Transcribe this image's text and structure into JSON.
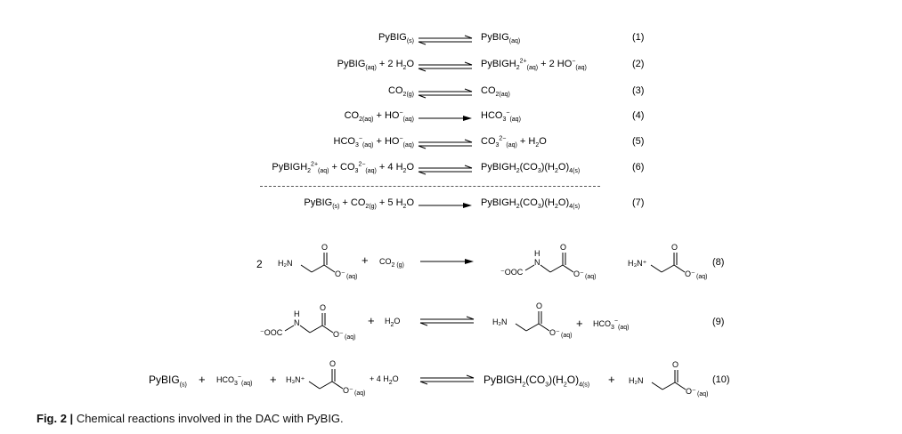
{
  "figure": {
    "caption_label": "Fig. 2 |",
    "caption_text": " Chemical reactions involved in the DAC with PyBIG."
  },
  "reactions": [
    {
      "number": "(1)",
      "lhs_parts": [
        "PyBIG",
        "(s)"
      ],
      "rhs_parts": [
        "PyBIG",
        "(aq)"
      ],
      "arrow": "equilibrium"
    },
    {
      "number": "(2)",
      "lhs_parts": [
        "PyBIG",
        "(aq)",
        " + 2 H",
        "2",
        "O"
      ],
      "rhs_parts": [
        "PyBIGH",
        "2",
        "2+",
        "(aq)",
        " + 2 HO",
        "−",
        "(aq)"
      ],
      "arrow": "equilibrium"
    },
    {
      "number": "(3)",
      "lhs_parts": [
        "CO",
        "2(g)"
      ],
      "rhs_parts": [
        "CO",
        "2(aq)"
      ],
      "arrow": "equilibrium"
    },
    {
      "number": "(4)",
      "lhs_parts": [
        "CO",
        "2(aq)",
        " + HO",
        "−",
        "(aq)"
      ],
      "rhs_parts": [
        "HCO",
        "3",
        "−",
        "(aq)"
      ],
      "arrow": "forward"
    },
    {
      "number": "(5)",
      "lhs_parts": [
        "HCO",
        "3",
        "−",
        "(aq)",
        " + HO",
        "−",
        "(aq)"
      ],
      "rhs_parts": [
        "CO",
        "3",
        "2−",
        "(aq)",
        " + H",
        "2",
        "O"
      ],
      "arrow": "equilibrium"
    },
    {
      "number": "(6)",
      "lhs_parts": [
        "PyBIGH",
        "2",
        "2+",
        "(aq)",
        " + CO",
        "3",
        "2−",
        "(aq)",
        " + 4 H",
        "2",
        "O"
      ],
      "rhs_parts": [
        "PyBIGH",
        "2",
        "(CO",
        "3",
        ")(H",
        "2",
        "O)",
        "4(s)"
      ],
      "arrow": "equilibrium"
    },
    {
      "number": "(7)",
      "lhs_parts": [
        "PyBIG",
        "(s)",
        " + CO",
        "2(g)",
        " + 5 H",
        "2",
        "O"
      ],
      "rhs_parts": [
        "PyBIGH",
        "2",
        "(CO",
        "3",
        ")(H",
        "2",
        "O)",
        "4(s)"
      ],
      "arrow": "forward"
    },
    {
      "number": "(8)",
      "coef": "2",
      "plus": "+",
      "co2": "CO",
      "co2_sub": "2 (g)",
      "arrow": "forward"
    },
    {
      "number": "(9)",
      "plus": "+",
      "h2o": "H",
      "h2o_sub": "2",
      "h2o_o": "O",
      "plus2": "+",
      "hco3": "HCO",
      "hco3_sub": "3",
      "hco3_sup": "−",
      "hco3_state": "(aq)",
      "arrow": "equilibrium"
    },
    {
      "number": "(10)",
      "lhs1": "PyBIG",
      "lhs1_state": "(s)",
      "plus": "+",
      "hco3": "HCO",
      "hco3_sub": "3",
      "hco3_sup": "−",
      "hco3_state": "(aq)",
      "plus2": "+",
      "plus3": "+ 4 H",
      "h2o_sub": "2",
      "h2o_o": "O",
      "rhs1": "PyBIGH",
      "rhs1_s1": "2",
      "rhs1_b": "(CO",
      "rhs1_s2": "3",
      "rhs1_c": ")(H",
      "rhs1_s3": "2",
      "rhs1_d": "O)",
      "rhs1_s4": "4(s)",
      "plus4": "+",
      "arrow": "equilibrium"
    }
  ],
  "molecule_labels": {
    "h2n": "H₂N",
    "h3n": "H₃N⁺",
    "ooc": "⁻OOC",
    "nh_n": "N",
    "nh_h": "H",
    "o_double": "O",
    "o_minus": "O⁻",
    "aq": "(aq)"
  }
}
